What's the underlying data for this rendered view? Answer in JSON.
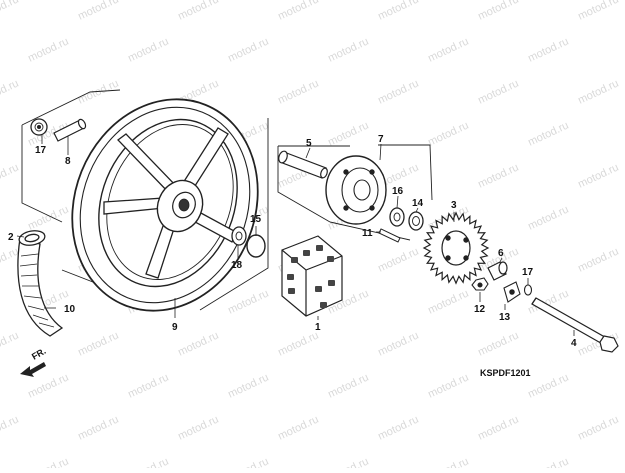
{
  "diagram": {
    "code": "KSPDF1201",
    "front_label": "FR.",
    "watermark_text": "motod.ru",
    "callouts": [
      {
        "id": "c1",
        "label": "1"
      },
      {
        "id": "c2",
        "label": "2"
      },
      {
        "id": "c3",
        "label": "3"
      },
      {
        "id": "c4",
        "label": "4"
      },
      {
        "id": "c5",
        "label": "5"
      },
      {
        "id": "c6",
        "label": "6"
      },
      {
        "id": "c7",
        "label": "7"
      },
      {
        "id": "c8",
        "label": "8"
      },
      {
        "id": "c9",
        "label": "9"
      },
      {
        "id": "c10",
        "label": "10"
      },
      {
        "id": "c11",
        "label": "11"
      },
      {
        "id": "c12",
        "label": "12"
      },
      {
        "id": "c13",
        "label": "13"
      },
      {
        "id": "c14",
        "label": "14"
      },
      {
        "id": "c15",
        "label": "15"
      },
      {
        "id": "c16",
        "label": "16"
      },
      {
        "id": "c17a",
        "label": "17"
      },
      {
        "id": "c17b",
        "label": "17"
      },
      {
        "id": "c18",
        "label": "18"
      }
    ]
  }
}
